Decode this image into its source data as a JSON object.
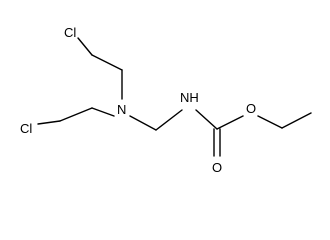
{
  "molecule": {
    "atoms": {
      "cl_top": "Cl",
      "cl_bottom": "Cl",
      "n_amine": "N",
      "n_amide": "NH",
      "o_ester": "O",
      "o_carbonyl": "O"
    },
    "colors": {
      "bond": "#000000",
      "label": "#000000",
      "background": "#ffffff"
    }
  }
}
